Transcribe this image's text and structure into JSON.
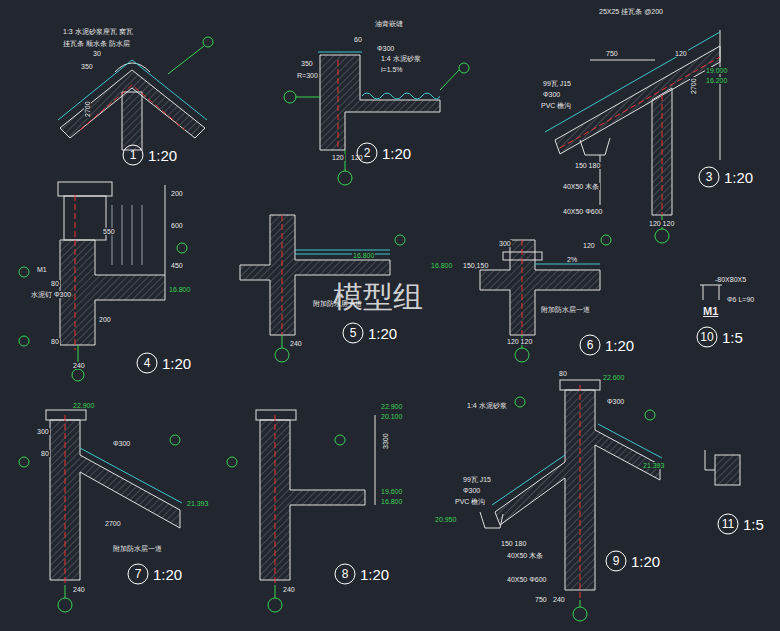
{
  "diagram": {
    "nodes": [
      {
        "text": [
          "1",
          "1:20"
        ]
      },
      {
        "text": [
          "2",
          "1:20"
        ]
      },
      {
        "text": [
          "3",
          "1:20"
        ]
      },
      {
        "text": [
          "4",
          "1:20"
        ]
      },
      {
        "text": [
          "5",
          "1:20"
        ]
      },
      {
        "text": [
          "6",
          "1:20"
        ]
      },
      {
        "text": [
          "7",
          "1:20"
        ]
      },
      {
        "text": [
          "8",
          "1:20"
        ]
      },
      {
        "text": [
          "9",
          "1:20"
        ]
      },
      {
        "text": [
          "10",
          "1:5"
        ]
      },
      {
        "text": [
          "11",
          "1:5"
        ]
      }
    ],
    "labels": [
      "1:3 水泥砂浆座瓦 窝瓦",
      "挂瓦条 顺水条 防水层",
      "30",
      "350",
      "2700",
      "60",
      "油膏嵌缝",
      "Φ300",
      "1:4 水泥砂浆",
      "i=1.5%",
      "350",
      "R=300",
      "120",
      "120",
      "25X25 挂瓦条 @200",
      "750",
      "120",
      "99瓦 J15",
      "Φ300",
      "PVC 檐沟",
      "2700",
      "19.000",
      "16.200",
      "150 180",
      "40X50 木条",
      "40X50 Φ600",
      "120 120",
      "M1",
      "水泥钉 Φ300",
      "80",
      "200",
      "80",
      "240",
      "16.800",
      "550",
      "600",
      "450",
      "200",
      "16.800",
      "附加防水层一道",
      "240",
      "300",
      "120",
      "150,150",
      "16.800",
      "2%",
      "附加防水层一道",
      "120 120",
      "22.900",
      "300",
      "80",
      "Φ300",
      "2700",
      "21.393",
      "附加防水层一道",
      "240",
      "22.900",
      "20.100",
      "3300",
      "19.600",
      "16.800",
      "240",
      "80",
      "22.600",
      "1:4 水泥砂浆",
      "Φ300",
      "21.393",
      "99瓦 J15",
      "Φ300",
      "PVC 檐沟",
      "20.950",
      "150 180",
      "40X50 木条",
      "40X50 Φ600",
      "750",
      "240",
      "-80X80X5",
      "Φ6 L=90",
      "M1",
      "模型组"
    ]
  }
}
